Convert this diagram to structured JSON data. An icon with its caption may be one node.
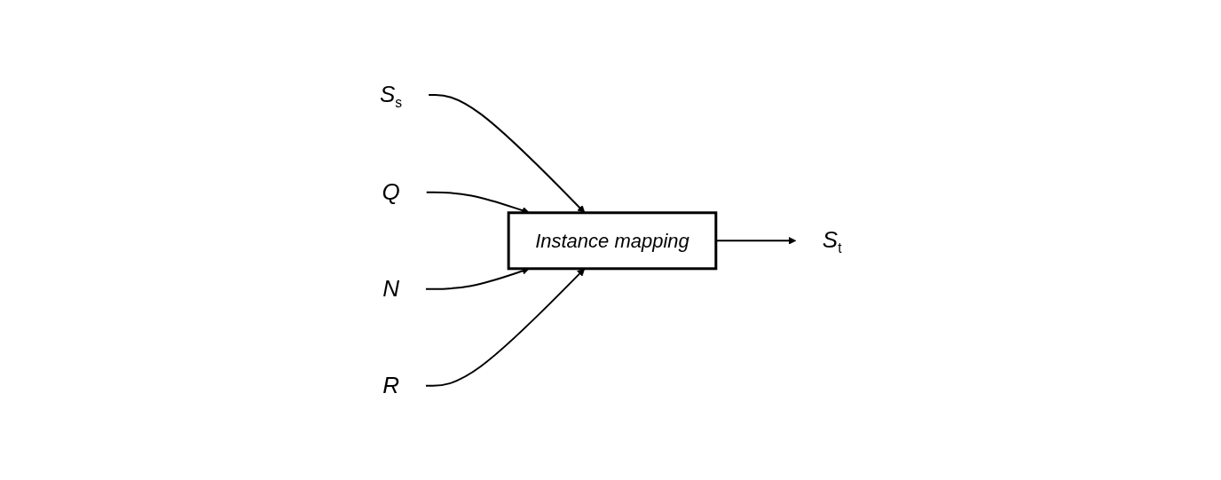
{
  "diagram": {
    "nodes": [
      {
        "text": [
          "*Q*"
        ]
      },
      {
        "text": [
          "*N*"
        ]
      },
      {
        "text": [
          "*S*$_{s}$"
        ]
      },
      {
        "text": [
          "*Instance mapping*"
        ]
      },
      {
        "text": [
          "*S*$_{t}$"
        ]
      },
      {
        "text": [
          "*R*"
        ]
      }
    ],
    "edges": [
      {
        "from": 2,
        "to": 3,
        "arrow": "to"
      },
      {
        "from": 3,
        "to": 4,
        "arrow": "to"
      },
      {
        "from": 0,
        "to": 3,
        "arrow": "to"
      },
      {
        "from": 1,
        "to": 3,
        "arrow": "to"
      },
      {
        "from": 5,
        "to": 3,
        "arrow": "to"
      }
    ]
  }
}
